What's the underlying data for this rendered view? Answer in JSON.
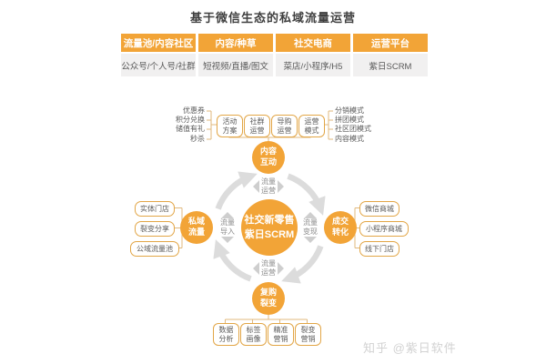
{
  "title": "基于微信生态的私域流量运营",
  "watermark": "知乎 @紫日软件",
  "colors": {
    "accent_orange": "#F2A437",
    "arrow_gray": "#DCDCDC",
    "connector_tan": "#E0B87D",
    "text_gray": "#5A5A5A",
    "value_bg": "#F1F0F0"
  },
  "table": {
    "columns": [
      {
        "header": "流量池/内容社区",
        "value": "公众号/个人号/社群"
      },
      {
        "header": "内容/种草",
        "value": "短视频/直播/图文"
      },
      {
        "header": "社交电商",
        "value": "菜店/小程序/H5"
      },
      {
        "header": "运营平台",
        "value": "紫日SCRM"
      }
    ]
  },
  "diagram": {
    "center_label": "社交新零售\n紫日SCRM",
    "node_top": "内容\n互动",
    "node_left": "私域\n流量",
    "node_right": "成交\n转化",
    "node_bottom": "复购\n裂变",
    "flow_top": "流量\n运营",
    "flow_left": "流量\n导入",
    "flow_right": "流量\n变现",
    "flow_bottom": "流量\n运营",
    "top_left_list": [
      "优惠券",
      "积分兑换",
      "储值有礼",
      "秒杀"
    ],
    "top_boxes": [
      "活动\n方案",
      "社群\n运营",
      "导购\n运营",
      "运营\n模式"
    ],
    "top_right_list": [
      "分销模式",
      "拼团模式",
      "社区团模式",
      "内容模式"
    ],
    "left_boxes": [
      "实体门店",
      "裂变分享",
      "公域流量池"
    ],
    "right_boxes": [
      "微信商城",
      "小程序商城",
      "线下门店"
    ],
    "bottom_boxes": [
      "数据\n分析",
      "标签\n画像",
      "精准\n营销",
      "裂变\n营销"
    ]
  }
}
